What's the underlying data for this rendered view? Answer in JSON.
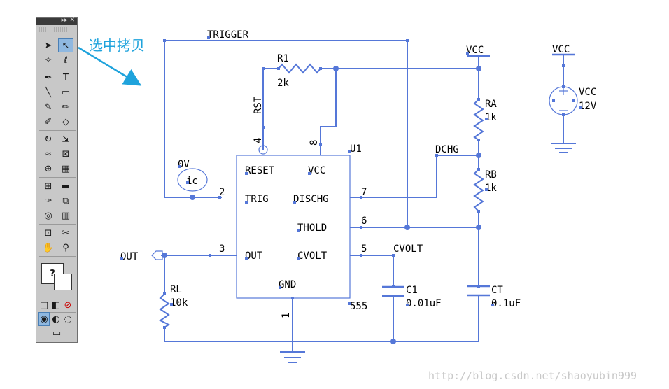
{
  "toolbox": {
    "header_glyphs": "▸▸ ✕",
    "tools": [
      {
        "name": "selection-tool",
        "glyph": "➤"
      },
      {
        "name": "direct-selection-tool",
        "glyph": "↖",
        "selected": true
      },
      {
        "name": "magic-wand-tool",
        "glyph": "✧"
      },
      {
        "name": "lasso-tool",
        "glyph": "ℓ"
      },
      {
        "name": "pen-tool",
        "glyph": "✒"
      },
      {
        "name": "type-tool",
        "glyph": "T"
      },
      {
        "name": "line-tool",
        "glyph": "╲"
      },
      {
        "name": "rectangle-tool",
        "glyph": "▭"
      },
      {
        "name": "paintbrush-tool",
        "glyph": "✎"
      },
      {
        "name": "pencil-tool",
        "glyph": "✏"
      },
      {
        "name": "blob-brush-tool",
        "glyph": "✐"
      },
      {
        "name": "eraser-tool",
        "glyph": "◇"
      },
      {
        "name": "rotate-tool",
        "glyph": "↻"
      },
      {
        "name": "scale-tool",
        "glyph": "⇲"
      },
      {
        "name": "warp-tool",
        "glyph": "≈"
      },
      {
        "name": "free-transform-tool",
        "glyph": "⊠"
      },
      {
        "name": "shape-builder-tool",
        "glyph": "⊕"
      },
      {
        "name": "perspective-tool",
        "glyph": "▦"
      },
      {
        "name": "mesh-tool",
        "glyph": "⊞"
      },
      {
        "name": "gradient-tool",
        "glyph": "▬"
      },
      {
        "name": "eyedropper-tool",
        "glyph": "✑"
      },
      {
        "name": "blend-tool",
        "glyph": "⧉"
      },
      {
        "name": "symbol-sprayer-tool",
        "glyph": "◎"
      },
      {
        "name": "column-graph-tool",
        "glyph": "▥"
      },
      {
        "name": "artboard-tool",
        "glyph": "⊡"
      },
      {
        "name": "slice-tool",
        "glyph": "✂"
      },
      {
        "name": "hand-tool",
        "glyph": "✋"
      },
      {
        "name": "zoom-tool",
        "glyph": "⚲"
      }
    ],
    "color_swatch_glyph": "?",
    "mode_glyphs": [
      "□",
      "◧",
      "⊘"
    ],
    "draw_mode_glyphs": [
      "◉",
      "◐",
      "◌"
    ],
    "screen_mode_glyph": "▭"
  },
  "callout": {
    "text": "选中拷贝",
    "color": "#1fa3dc"
  },
  "schematic": {
    "wire_color": "#5577d8",
    "labels": {
      "trigger": "TRIGGER",
      "r1_name": "R1",
      "r1_value": "2k",
      "rst": "RST",
      "pin4": "4",
      "pin8": "8",
      "pin2": "2",
      "pin3": "3",
      "pin7": "7",
      "pin6": "6",
      "pin5": "5",
      "pin1": "1",
      "u1": "U1",
      "u1_type": "555",
      "reset": "RESET",
      "vcc_pin": "VCC",
      "trig": "TRIG",
      "dischg": "DISCHG",
      "thold": "THOLD",
      "out_pin": "OUT",
      "cvolt_pin": "CVOLT",
      "gnd": "GND",
      "ov": "0V",
      "ic": "ic",
      "out": "OUT",
      "rl_name": "RL",
      "rl_value": "10k",
      "vcc_top": "VCC",
      "ra_name": "RA",
      "ra_value": "1k",
      "dchg": "DCHG",
      "rb_name": "RB",
      "rb_value": "1k",
      "cvolt": "CVOLT",
      "c1_name": "C1",
      "c1_value": "0.01uF",
      "ct_name": "CT",
      "ct_value": "0.1uF",
      "vcc_src_top": "VCC",
      "vcc_src_name": "VCC",
      "vcc_src_value": "12V"
    }
  },
  "watermark": "http://blog.csdn.net/shaoyubin999"
}
